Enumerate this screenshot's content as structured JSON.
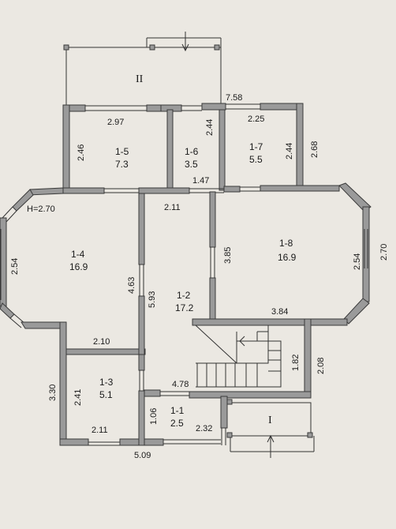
{
  "zones": [
    {
      "id": "zone-porch-top",
      "label": "II"
    },
    {
      "id": "zone-porch-bottom",
      "label": "I"
    }
  ],
  "rooms": [
    {
      "id": "room-1-1",
      "code": "1-1",
      "area": "2.5"
    },
    {
      "id": "room-1-2",
      "code": "1-2",
      "area": "17.2"
    },
    {
      "id": "room-1-3",
      "code": "1-3",
      "area": "5.1"
    },
    {
      "id": "room-1-4",
      "code": "1-4",
      "area": "16.9"
    },
    {
      "id": "room-1-5",
      "code": "1-5",
      "area": "7.3"
    },
    {
      "id": "room-1-6",
      "code": "1-6",
      "area": "3.5"
    },
    {
      "id": "room-1-7",
      "code": "1-7",
      "area": "5.5"
    },
    {
      "id": "room-1-8",
      "code": "1-8",
      "area": "16.9"
    }
  ],
  "dimensions": [
    {
      "id": "dim-2-97",
      "text": "2.97"
    },
    {
      "id": "dim-7-58",
      "text": "7.58"
    },
    {
      "id": "dim-2-25",
      "text": "2.25"
    },
    {
      "id": "dim-2-46",
      "text": "2.46"
    },
    {
      "id": "dim-2-44-a",
      "text": "2.44"
    },
    {
      "id": "dim-2-44-b",
      "text": "2.44"
    },
    {
      "id": "dim-2-68",
      "text": "2.68"
    },
    {
      "id": "dim-1-47",
      "text": "1.47"
    },
    {
      "id": "dim-2-11-top",
      "text": "2.11"
    },
    {
      "id": "dim-h",
      "text": "H=2.70"
    },
    {
      "id": "dim-2-54-left",
      "text": "2.54"
    },
    {
      "id": "dim-3-85",
      "text": "3.85"
    },
    {
      "id": "dim-2-54-right",
      "text": "2.54"
    },
    {
      "id": "dim-2-70",
      "text": "2.70"
    },
    {
      "id": "dim-4-63",
      "text": "4.63"
    },
    {
      "id": "dim-5-93",
      "text": "5.93"
    },
    {
      "id": "dim-3-84",
      "text": "3.84"
    },
    {
      "id": "dim-2-10",
      "text": "2.10"
    },
    {
      "id": "dim-1-82",
      "text": "1.82"
    },
    {
      "id": "dim-2-08",
      "text": "2.08"
    },
    {
      "id": "dim-3-30",
      "text": "3.30"
    },
    {
      "id": "dim-2-41",
      "text": "2.41"
    },
    {
      "id": "dim-4-78",
      "text": "4.78"
    },
    {
      "id": "dim-1-06",
      "text": "1.06"
    },
    {
      "id": "dim-2-32",
      "text": "2.32"
    },
    {
      "id": "dim-2-11-bottom",
      "text": "2.11"
    },
    {
      "id": "dim-5-09",
      "text": "5.09"
    }
  ]
}
